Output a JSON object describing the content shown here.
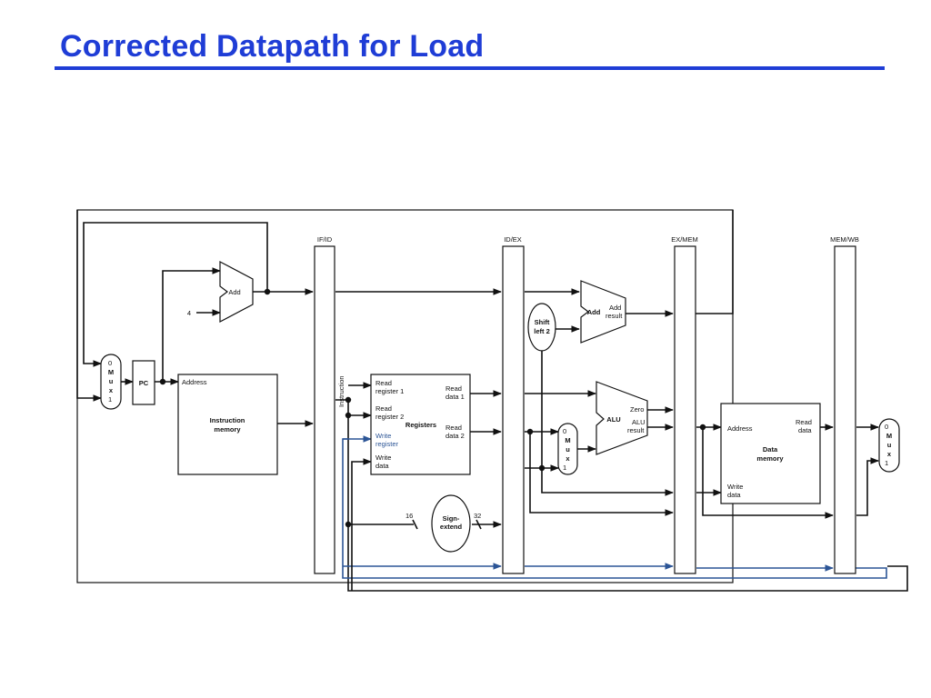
{
  "slide": {
    "title": "Corrected Datapath for Load"
  },
  "pipeline_registers": {
    "if_id": "IF/ID",
    "id_ex": "ID/EX",
    "ex_mem": "EX/MEM",
    "mem_wb": "MEM/WB"
  },
  "pc": "PC",
  "pc_adder": {
    "label": "Add",
    "constant": "4"
  },
  "pc_mux": {
    "in0": "0",
    "m": "M",
    "u": "u",
    "x": "x",
    "in1": "1"
  },
  "instruction_memory": {
    "address": "Address",
    "name_line1": "Instruction",
    "name_line2": "memory",
    "output": "Instruction"
  },
  "registers": {
    "name": "Registers",
    "read_register_1": [
      "Read",
      "register 1"
    ],
    "read_register_2": [
      "Read",
      "register 2"
    ],
    "write_register": [
      "Write",
      "register"
    ],
    "write_data": [
      "Write",
      "data"
    ],
    "read_data_1": [
      "Read",
      "data 1"
    ],
    "read_data_2": [
      "Read",
      "data 2"
    ]
  },
  "shift_left": [
    "Shift",
    "left 2"
  ],
  "branch_adder": {
    "label": "Add",
    "result": [
      "Add",
      "result"
    ]
  },
  "sign_extend": {
    "name": [
      "Sign-",
      "extend"
    ],
    "in_bits": "16",
    "out_bits": "32"
  },
  "alu_mux": {
    "in0": "0",
    "m": "M",
    "u": "u",
    "x": "x",
    "in1": "1"
  },
  "alu": {
    "name": "ALU",
    "zero": "Zero",
    "result": [
      "ALU",
      "result"
    ]
  },
  "data_memory": {
    "address": "Address",
    "name": [
      "Data",
      "memory"
    ],
    "read_data": [
      "Read",
      "data"
    ],
    "write_data": [
      "Write",
      "data"
    ]
  },
  "wb_mux": {
    "in0": "0",
    "m": "M",
    "u": "u",
    "x": "x",
    "in1": "1"
  }
}
